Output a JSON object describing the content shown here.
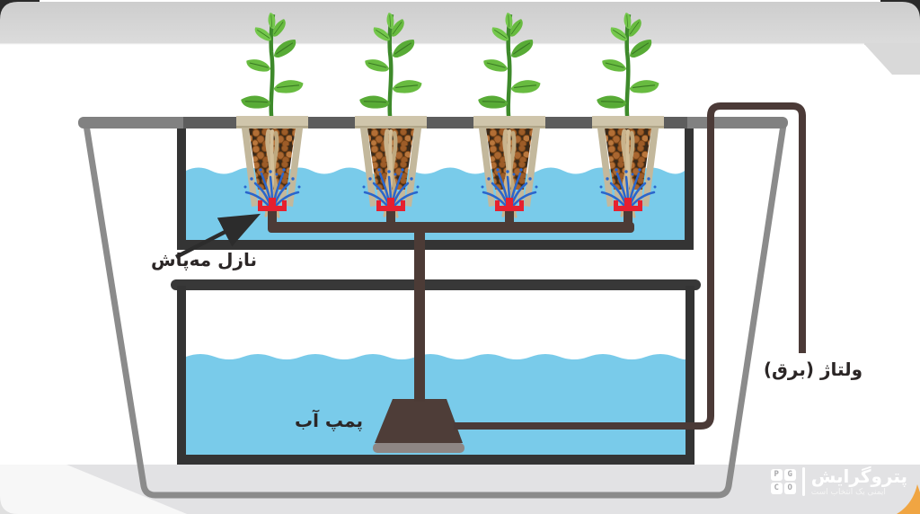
{
  "labels": {
    "nozzle": "نازل مه‌پاش",
    "pump": "پمپ آب",
    "voltage": "ولتاژ (برق)"
  },
  "logo": {
    "brand": "پتروگرایش",
    "tagline": "ایمنی یک انتخاب است",
    "icon_letters": [
      "P",
      "G",
      "C",
      "O"
    ]
  },
  "components": {
    "plant_count": 4,
    "mist_nozzle_count": 4,
    "reservoirs": 2,
    "pump_count": 1
  },
  "colors": {
    "water": "#79cbea",
    "mist": "#2a66cc",
    "nozzle_red": "#e6202f",
    "pipe_brown": "#4c3b36",
    "reservoir_frame": "#343434",
    "outer_bucket": "#8b8b8b",
    "pot_tan": "#cfc5ab",
    "pebble_brown": "#b26e35",
    "leaf_green": "#68bb40",
    "band_gray": "#d6d6d6",
    "corner_accent_orange": "#f0a542"
  }
}
